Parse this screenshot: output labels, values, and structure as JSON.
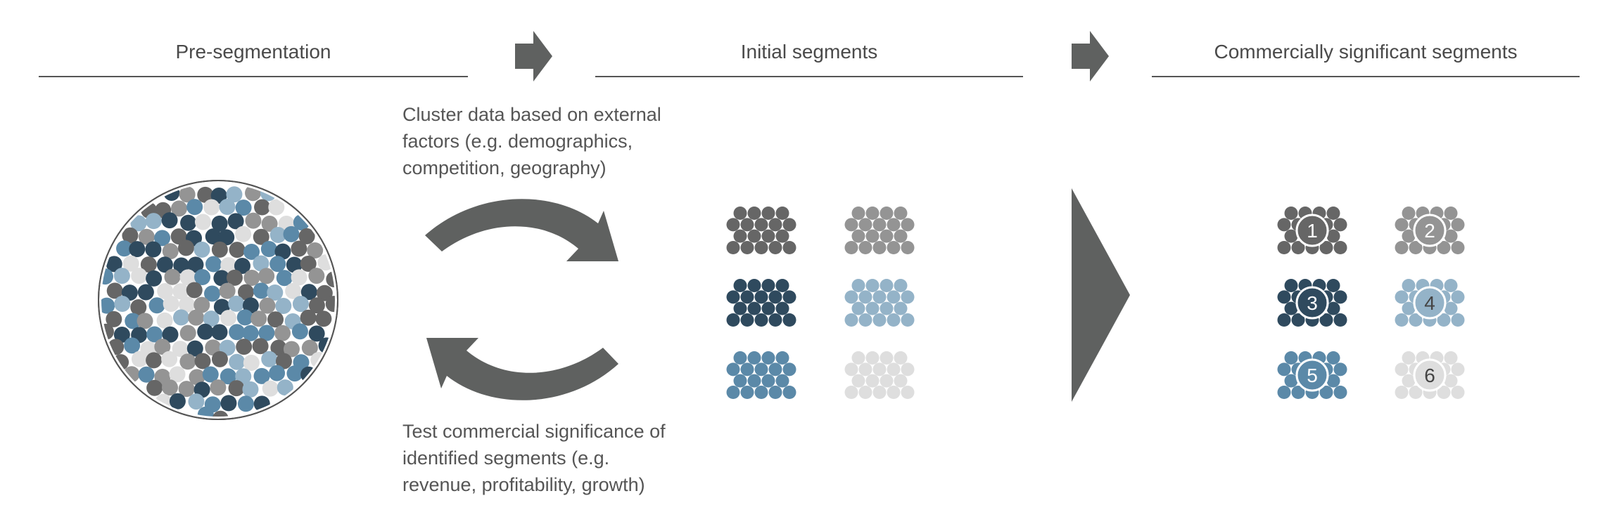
{
  "stages": [
    {
      "title": "Pre-segmentation"
    },
    {
      "title": "Initial segments"
    },
    {
      "title": "Commercially significant segments"
    }
  ],
  "annotations": {
    "cluster_lines": [
      "Cluster data based on external",
      "factors (e.g. demographics,",
      "competition, geography)"
    ],
    "test_lines": [
      "Test commercial significance of",
      "identified segments (e.g.",
      "revenue, profitability, growth)"
    ]
  },
  "segments": [
    {
      "number": "1",
      "color": "#666666"
    },
    {
      "number": "2",
      "color": "#949494"
    },
    {
      "number": "3",
      "color": "#2f4a5e"
    },
    {
      "number": "4",
      "color": "#94b3c8"
    },
    {
      "number": "5",
      "color": "#5b89a8"
    },
    {
      "number": "6",
      "color": "#dedede"
    }
  ],
  "colors": {
    "arrow": "#5f6160",
    "rule": "#555555",
    "circle_outline": "#555555"
  }
}
